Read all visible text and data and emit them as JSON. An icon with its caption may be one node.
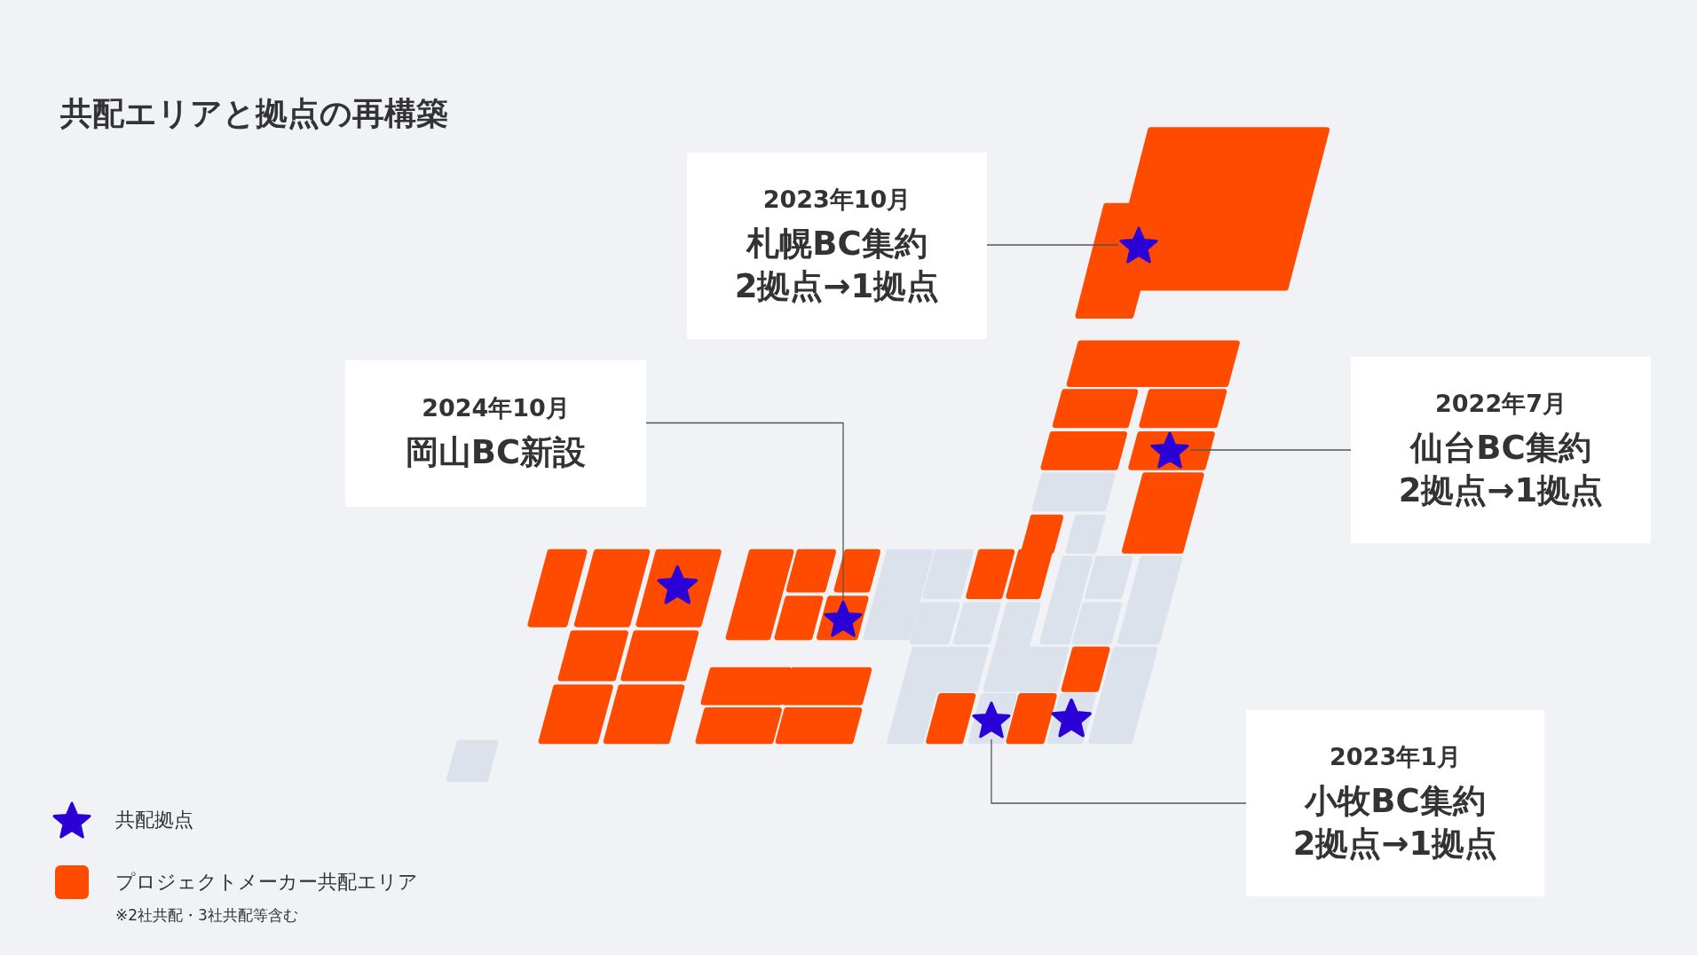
{
  "diagram": {
    "title": "共配エリアと拠点の再構築",
    "nodes": [
      {
        "text": [
          "2023年10月",
          "札幌BC集約",
          "2拠点→1拠点"
        ]
      },
      {
        "text": [],
        "shape": "star"
      },
      {
        "text": [
          "2024年10月",
          "岡山BC新設"
        ]
      },
      {
        "text": [],
        "shape": "star"
      },
      {
        "text": [
          "2022年7月",
          "仙台BC集約",
          "2拠点→1拠点"
        ]
      },
      {
        "text": [],
        "shape": "star"
      },
      {
        "text": [
          "2023年1月",
          "小牧BC集約",
          "2拠点→1拠点"
        ]
      },
      {
        "text": [],
        "shape": "star"
      }
    ],
    "edges": [
      {
        "from": 0,
        "to": 1,
        "arrow": "none"
      },
      {
        "from": 2,
        "to": 3,
        "arrow": "none"
      },
      {
        "from": 4,
        "to": 5,
        "arrow": "none"
      },
      {
        "from": 6,
        "to": 7,
        "arrow": "none"
      }
    ],
    "labels": [
      "※2社共配・3社共配等含む"
    ],
    "legend": [
      {
        "text": "共配拠点"
      },
      {
        "text": "プロジェクトメーカー共配エリア",
        "color": "#ff4b00"
      }
    ]
  }
}
